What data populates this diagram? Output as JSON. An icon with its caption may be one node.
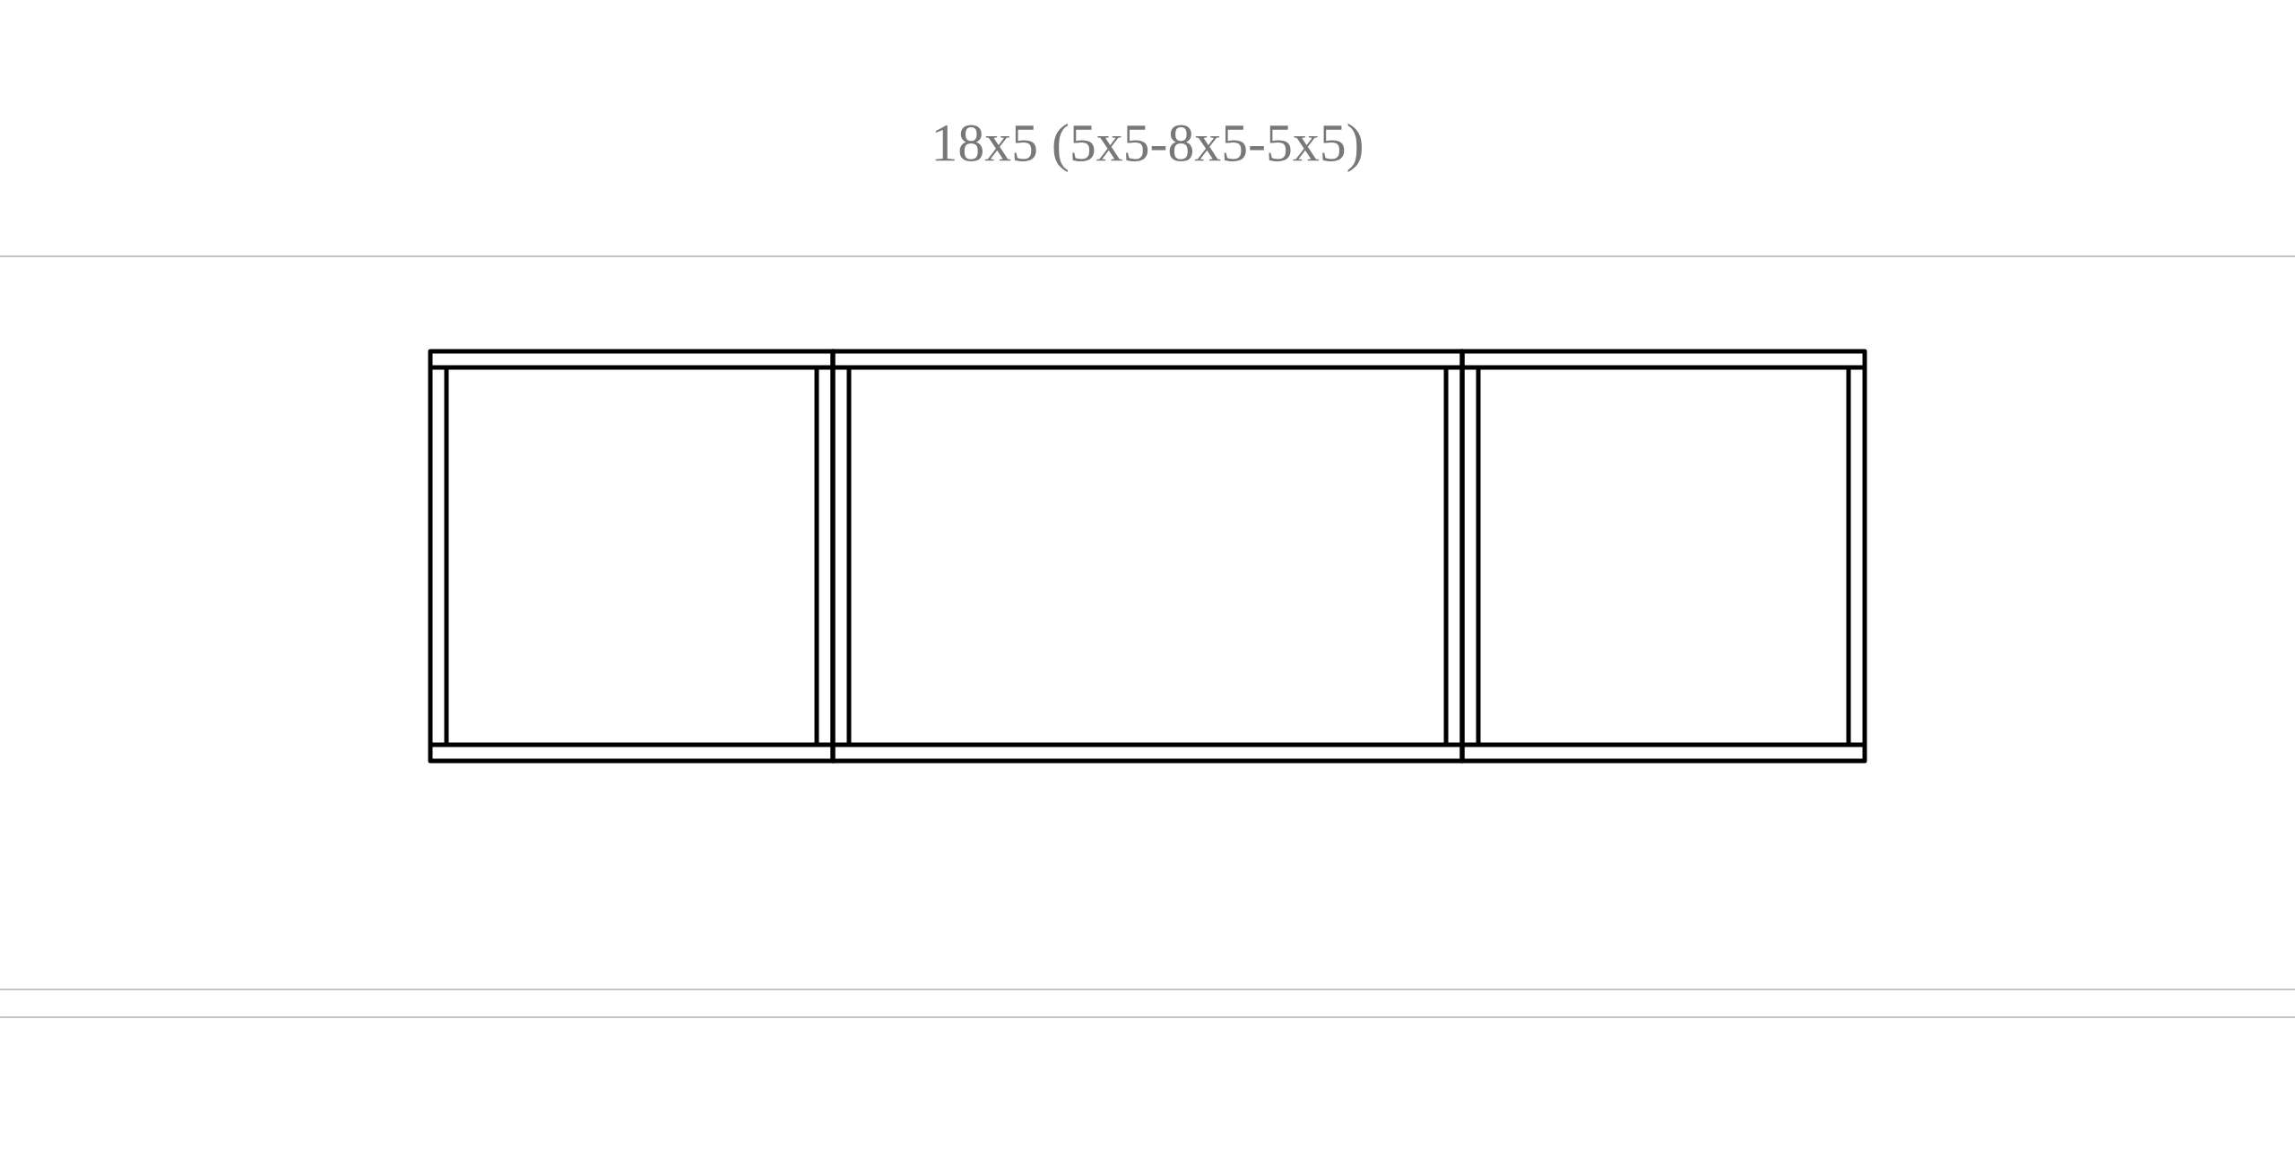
{
  "diagram": {
    "title": "18x5 (5x5-8x5-5x5)",
    "nodes": [
      {
        "text": [],
        "shape": "box"
      },
      {
        "text": [],
        "shape": "box"
      },
      {
        "text": [],
        "shape": "box"
      }
    ]
  }
}
